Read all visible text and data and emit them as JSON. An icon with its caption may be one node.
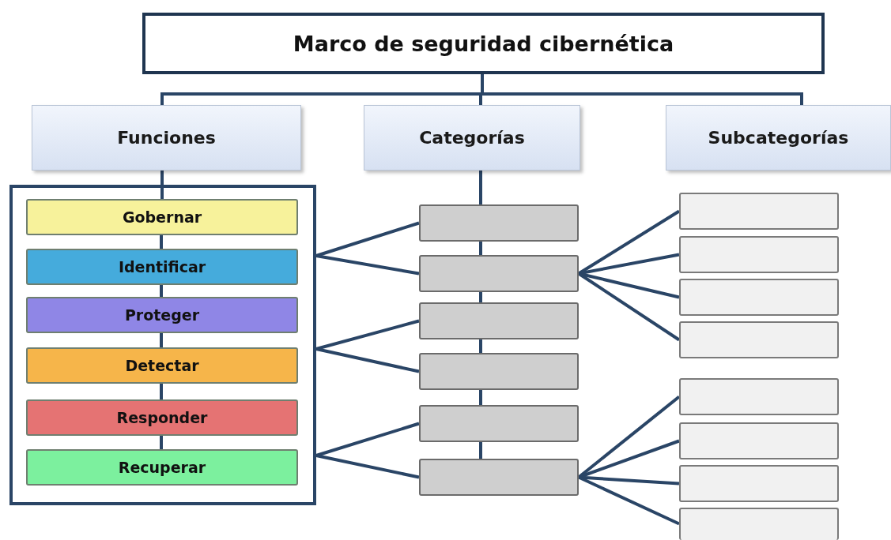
{
  "diagram": {
    "nodes": [
      {
        "text": [
          "Marco de seguridad cibernética"
        ]
      },
      {
        "text": [
          "Funciones"
        ]
      },
      {
        "text": [
          "Categorías"
        ]
      },
      {
        "text": [
          "Subcategorías"
        ]
      },
      {
        "text": [],
        "shape": "box"
      },
      {
        "text": [
          "Gobernar"
        ],
        "in": 4
      },
      {
        "text": [
          "Identificar"
        ],
        "in": 4
      },
      {
        "text": [
          "Proteger"
        ],
        "in": 4
      },
      {
        "text": [
          "Detectar"
        ],
        "in": 4
      },
      {
        "text": [
          "Responder"
        ],
        "in": 4
      },
      {
        "text": [
          "Recuperar"
        ],
        "in": 4
      },
      {
        "text": [],
        "shape": "box"
      },
      {
        "text": [],
        "shape": "box"
      },
      {
        "text": [],
        "shape": "box"
      },
      {
        "text": [],
        "shape": "box"
      },
      {
        "text": [],
        "shape": "box"
      },
      {
        "text": [],
        "shape": "box"
      },
      {
        "text": [],
        "shape": "box"
      },
      {
        "text": [],
        "shape": "box"
      },
      {
        "text": [],
        "shape": "box"
      },
      {
        "text": [],
        "shape": "box"
      },
      {
        "text": [],
        "shape": "box"
      },
      {
        "text": [],
        "shape": "box"
      },
      {
        "text": [],
        "shape": "box"
      },
      {
        "text": [],
        "shape": "box"
      }
    ],
    "edges": [
      {
        "from": 0,
        "to": 1,
        "arrow": "none"
      },
      {
        "from": 0,
        "to": 2,
        "arrow": "none"
      },
      {
        "from": 0,
        "to": 3,
        "arrow": "none"
      },
      {
        "from": 1,
        "to": 5,
        "arrow": "none"
      },
      {
        "from": 5,
        "to": 6,
        "arrow": "none"
      },
      {
        "from": 6,
        "to": 7,
        "arrow": "none"
      },
      {
        "from": 7,
        "to": 8,
        "arrow": "none"
      },
      {
        "from": 8,
        "to": 9,
        "arrow": "none"
      },
      {
        "from": 9,
        "to": 10,
        "arrow": "none"
      },
      {
        "from": 2,
        "to": 11,
        "arrow": "none"
      },
      {
        "from": 11,
        "to": 12,
        "arrow": "none"
      },
      {
        "from": 12,
        "to": 13,
        "arrow": "none"
      },
      {
        "from": 13,
        "to": 14,
        "arrow": "none"
      },
      {
        "from": 14,
        "to": 15,
        "arrow": "none"
      },
      {
        "from": 15,
        "to": 16,
        "arrow": "none"
      },
      {
        "from": 4,
        "to": 11,
        "arrow": "none"
      },
      {
        "from": 4,
        "to": 12,
        "arrow": "none"
      },
      {
        "from": 4,
        "to": 13,
        "arrow": "none"
      },
      {
        "from": 4,
        "to": 14,
        "arrow": "none"
      },
      {
        "from": 4,
        "to": 15,
        "arrow": "none"
      },
      {
        "from": 4,
        "to": 16,
        "arrow": "none"
      },
      {
        "from": 12,
        "to": 17,
        "arrow": "none"
      },
      {
        "from": 12,
        "to": 18,
        "arrow": "none"
      },
      {
        "from": 12,
        "to": 19,
        "arrow": "none"
      },
      {
        "from": 12,
        "to": 20,
        "arrow": "none"
      },
      {
        "from": 16,
        "to": 21,
        "arrow": "none"
      },
      {
        "from": 16,
        "to": 22,
        "arrow": "none"
      },
      {
        "from": 16,
        "to": 23,
        "arrow": "none"
      },
      {
        "from": 16,
        "to": 24,
        "arrow": "none"
      }
    ]
  }
}
